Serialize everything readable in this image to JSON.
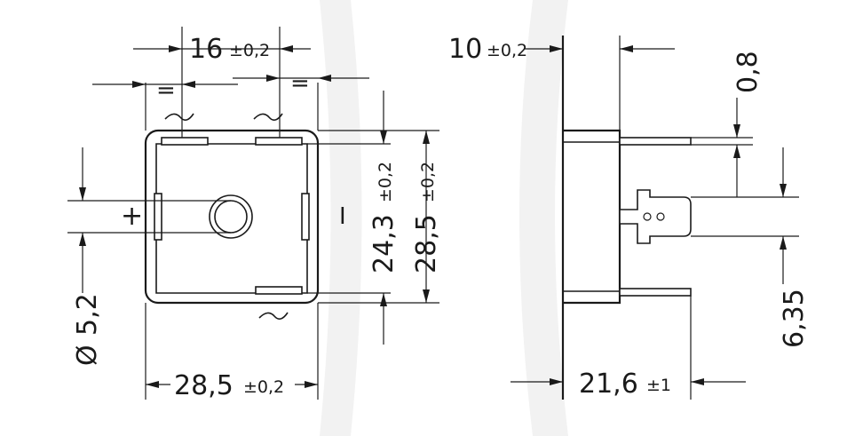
{
  "front_view": {
    "top_dim": {
      "value": "16",
      "tol": "±0,2"
    },
    "equal_left": "=",
    "equal_right": "=",
    "plus_label": "+",
    "minus_label": "I",
    "inner_height": {
      "value": "24,3",
      "tol": "±0,2"
    },
    "outer_height": {
      "value": "28,5",
      "tol": "±0,2"
    },
    "hole_dia": {
      "symbol": "Ø",
      "value": "5,2"
    },
    "bottom_width": {
      "value": "28,5",
      "tol": "±0,2"
    }
  },
  "side_view": {
    "top_dim": {
      "value": "10",
      "tol": "±0,2"
    },
    "pin_thickness": "0,8",
    "pin_width": "6,35",
    "bottom_dim": {
      "value": "21,6",
      "tol": "±1"
    }
  }
}
